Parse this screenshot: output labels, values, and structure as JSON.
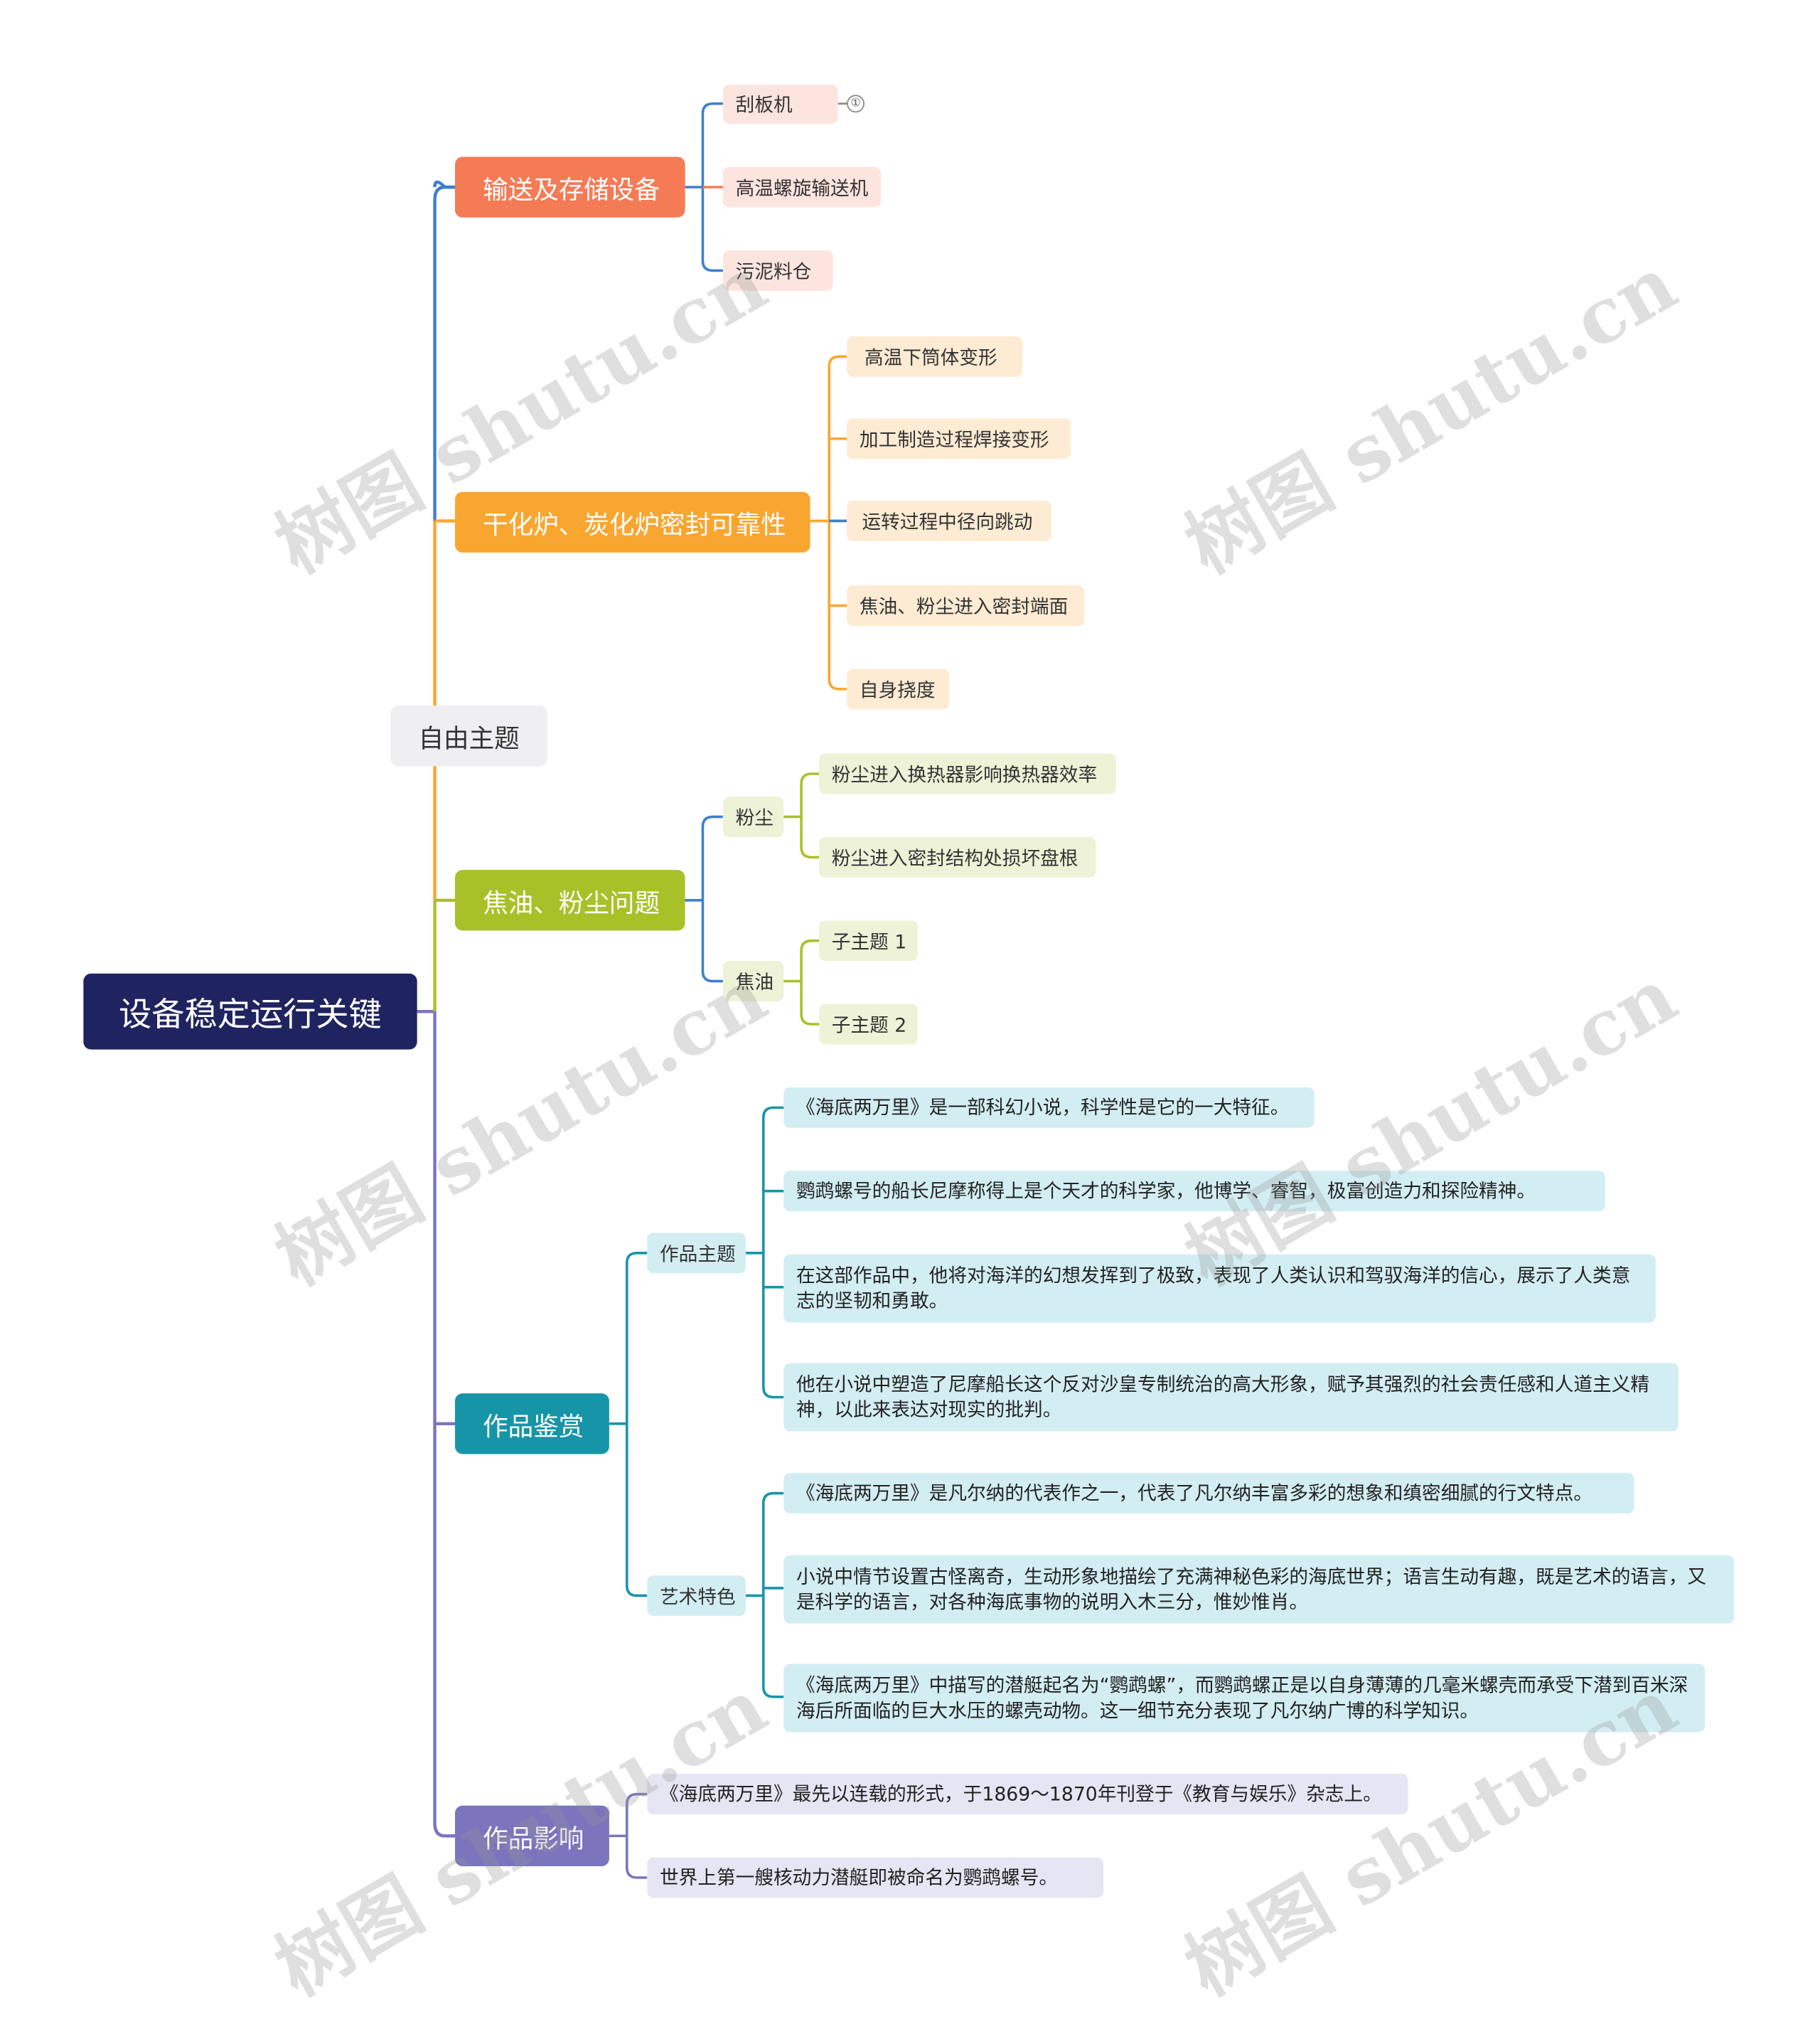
{
  "root": "设备稳定运行关键",
  "free_topic": "自由主题",
  "colors": {
    "root": "#1f2460",
    "branch1": "#f47b55",
    "branch2": "#f9a630",
    "branch3": "#a8c129",
    "branch4": "#1795a8",
    "branch5": "#7a75bd"
  },
  "branches": [
    {
      "label": "输送及存储设备",
      "children": [
        {
          "label": "刮板机",
          "note": "①"
        },
        {
          "label": "高温螺旋输送机"
        },
        {
          "label": "污泥料仓"
        }
      ]
    },
    {
      "label": "干化炉、炭化炉密封可靠性",
      "children": [
        {
          "label": "高温下筒体变形"
        },
        {
          "label": "加工制造过程焊接变形"
        },
        {
          "label": "运转过程中径向跳动"
        },
        {
          "label": "焦油、粉尘进入密封端面"
        },
        {
          "label": "自身挠度"
        }
      ]
    },
    {
      "label": "焦油、粉尘问题",
      "children": [
        {
          "label": "粉尘",
          "children": [
            "粉尘进入换热器影响换热器效率",
            "粉尘进入密封结构处损坏盘根"
          ]
        },
        {
          "label": "焦油",
          "children": [
            "子主题 1",
            "子主题 2"
          ]
        }
      ]
    },
    {
      "label": "作品鉴赏",
      "children": [
        {
          "label": "作品主题",
          "children": [
            "《海底两万里》是一部科幻小说，科学性是它的一大特征。",
            "鹦鹉螺号的船长尼摩称得上是个天才的科学家，他博学、睿智，极富创造力和探险精神。",
            "在这部作品中，他将对海洋的幻想发挥到了极致，表现了人类认识和驾驭海洋的信心，展示了人类意志的坚韧和勇敢。",
            "他在小说中塑造了尼摩船长这个反对沙皇专制统治的高大形象，赋予其强烈的社会责任感和人道主义精神，以此来表达对现实的批判。"
          ]
        },
        {
          "label": "艺术特色",
          "children": [
            "《海底两万里》是凡尔纳的代表作之一，代表了凡尔纳丰富多彩的想象和缜密细腻的行文特点。",
            "小说中情节设置古怪离奇，生动形象地描绘了充满神秘色彩的海底世界；语言生动有趣，既是艺术的语言，又是科学的语言，对各种海底事物的说明入木三分，惟妙惟肖。",
            "《海底两万里》中描写的潜艇起名为“鹦鹉螺”，而鹦鹉螺正是以自身薄薄的几毫米螺壳而承受下潜到百米深海后所面临的巨大水压的螺壳动物。这一细节充分表现了凡尔纳广博的科学知识。"
          ]
        }
      ]
    },
    {
      "label": "作品影响",
      "children": [
        {
          "label": "《海底两万里》最先以连载的形式，于1869～1870年刊登于《教育与娱乐》杂志上。"
        },
        {
          "label": "世界上第一艘核动力潜艇即被命名为鹦鹉螺号。"
        }
      ]
    }
  ],
  "watermark": "树图 shutu.cn"
}
